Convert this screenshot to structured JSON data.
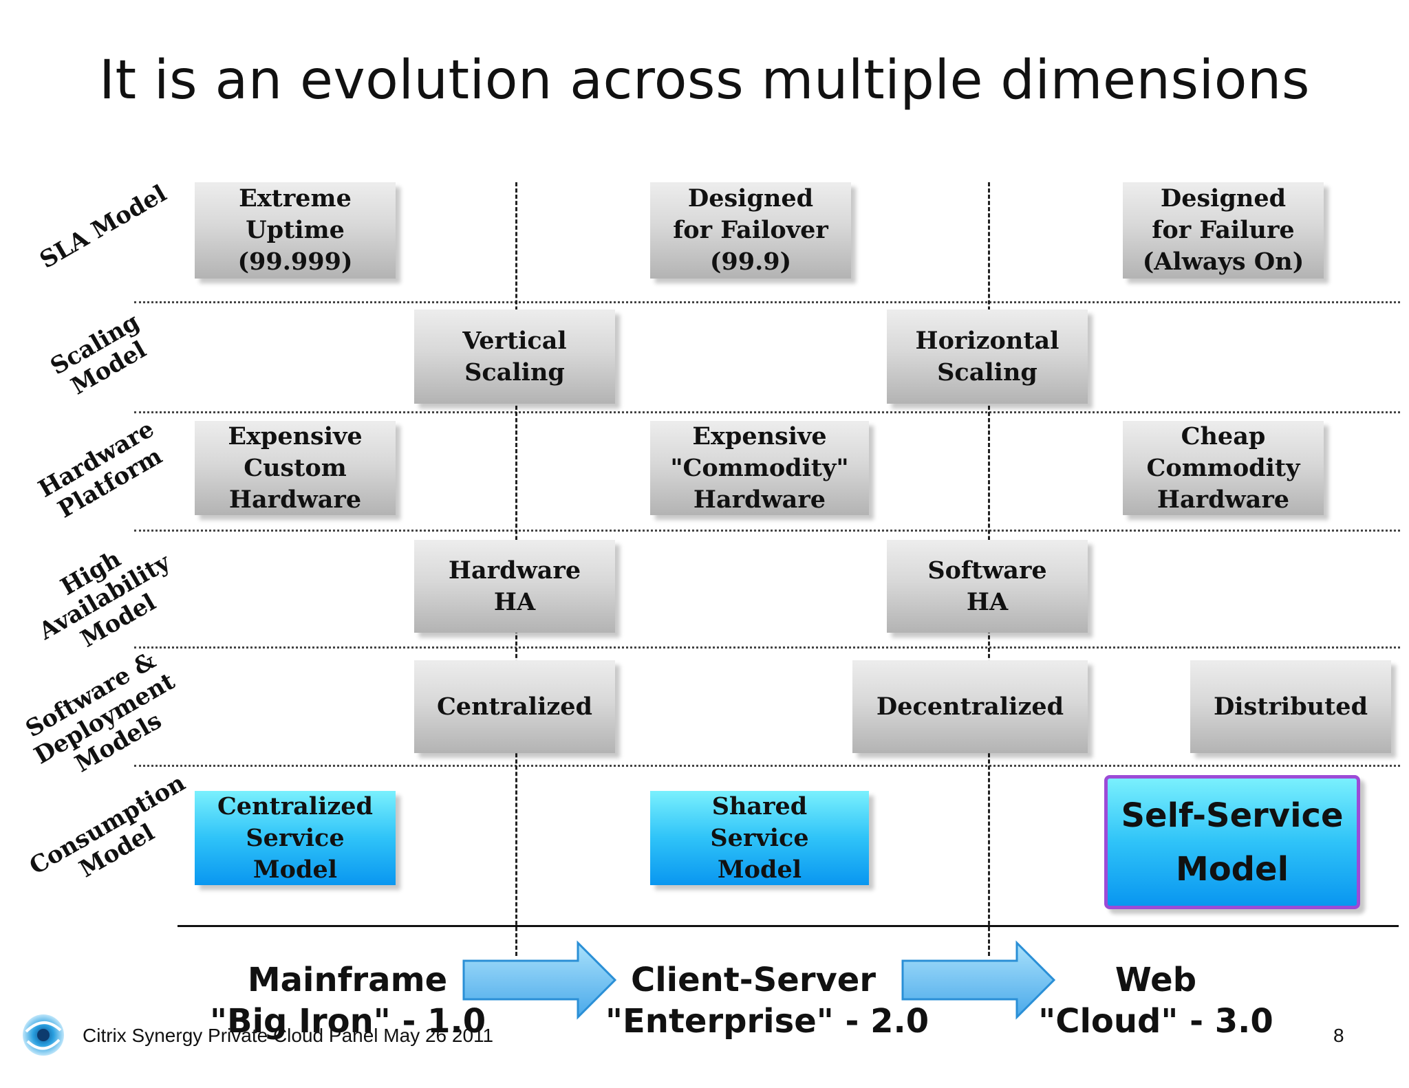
{
  "title": "It is an evolution across multiple dimensions",
  "row_labels": [
    "SLA Model",
    "Scaling\nModel",
    "Hardware\nPlatform",
    "High\nAvailability\nModel",
    "Software &\nDeployment\nModels",
    "Consumption\nModel"
  ],
  "boxes": {
    "sla_1": "Extreme\nUptime\n(99.999)",
    "sla_2": "Designed\nfor Failover\n(99.9)",
    "sla_3": "Designed\nfor Failure\n(Always On)",
    "scaling_1": "Vertical\nScaling",
    "scaling_2": "Horizontal\nScaling",
    "hw_1": "Expensive\nCustom\nHardware",
    "hw_2": "Expensive\n\"Commodity\"\nHardware",
    "hw_3": "Cheap\nCommodity\nHardware",
    "ha_1": "Hardware\nHA",
    "ha_2": "Software\nHA",
    "sw_1": "Centralized",
    "sw_2": "Decentralized",
    "sw_3": "Distributed",
    "cons_1": "Centralized\nService\nModel",
    "cons_2": "Shared\nService\nModel",
    "cons_3": "Self-Service\nModel"
  },
  "eras": [
    {
      "line1": "Mainframe",
      "line2": "\"Big Iron\" - 1.0"
    },
    {
      "line1": "Client-Server",
      "line2": "\"Enterprise\" - 2.0"
    },
    {
      "line1": "Web",
      "line2": "\"Cloud\" - 3.0"
    }
  ],
  "footer": "Citrix Synergy Private Cloud Panel May 26 2011",
  "page_number": "8",
  "colors": {
    "gray_box": "#c8c8c8",
    "blue_box": "#1cb4f5",
    "highlight_border": "#9c4bd6",
    "arrow_fill": "#6cc2ef",
    "arrow_stroke": "#2a8fd6"
  }
}
